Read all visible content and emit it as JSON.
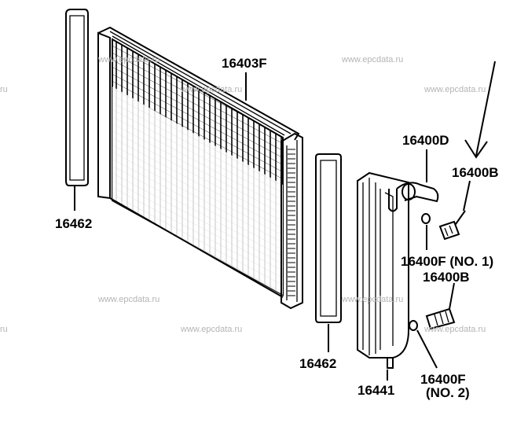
{
  "watermark": "www.epcdata.ru",
  "watermark_fragment": "ru",
  "parts": {
    "radiator": "16403F",
    "gasket_left": "16462",
    "gasket_right": "16462",
    "hose": "16400D",
    "cap_upper": "16400B",
    "oring_upper": "16400F (NO. 1)",
    "cap_lower": "16400B",
    "tank": "16441",
    "oring_lower": "16400F",
    "oring_lower_note": "(NO. 2)"
  },
  "colors": {
    "line": "#000000",
    "watermark": "#b4b4b4"
  }
}
